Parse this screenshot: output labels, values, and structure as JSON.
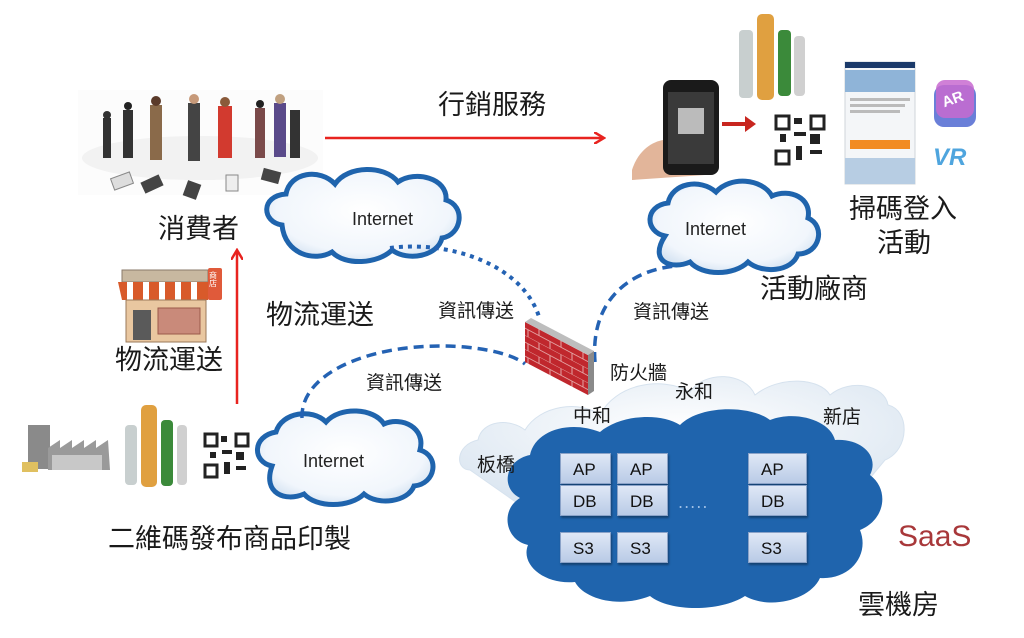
{
  "colors": {
    "arrow_red": "#e8231f",
    "cloud_blue": "#1f64ad",
    "dash_blue": "#2462b3",
    "firewall_red": "#c0272d",
    "saas_red": "#a8383a"
  },
  "nodes": {
    "consumer": "消費者",
    "marketing": "行銷服務",
    "logistics_left": "物流運送",
    "logistics_center": "物流運送",
    "producer": "二維碼發布商品印製",
    "scan_login": "掃碼登入",
    "scan_activity": "活動",
    "vendor": "活動廠商",
    "firewall": "防火牆",
    "datacenter": "雲機房",
    "saas": "SaaS",
    "store_sign": "商店"
  },
  "internet_clouds": [
    "Internet",
    "Internet",
    "Internet"
  ],
  "info_links": [
    "資訊傳送",
    "資訊傳送",
    "資訊傳送"
  ],
  "regions": [
    "中和",
    "永和",
    "板橋",
    "新店"
  ],
  "server_grid": {
    "col1": [
      "AP",
      "DB",
      "S3"
    ],
    "col2": [
      "AP",
      "DB",
      "S3"
    ],
    "col3": [
      "AP",
      "DB",
      "S3"
    ],
    "ellipsis": "....."
  },
  "badges": {
    "ar": "AR",
    "vr": "VR"
  },
  "icons": [
    "consumers-image",
    "store-icon",
    "factory-icon",
    "bottles-image",
    "qr-code-icon",
    "phone-scan-image",
    "app-screenshot",
    "ar-icon",
    "vr-icon",
    "firewall-icon",
    "cloud-icon"
  ]
}
